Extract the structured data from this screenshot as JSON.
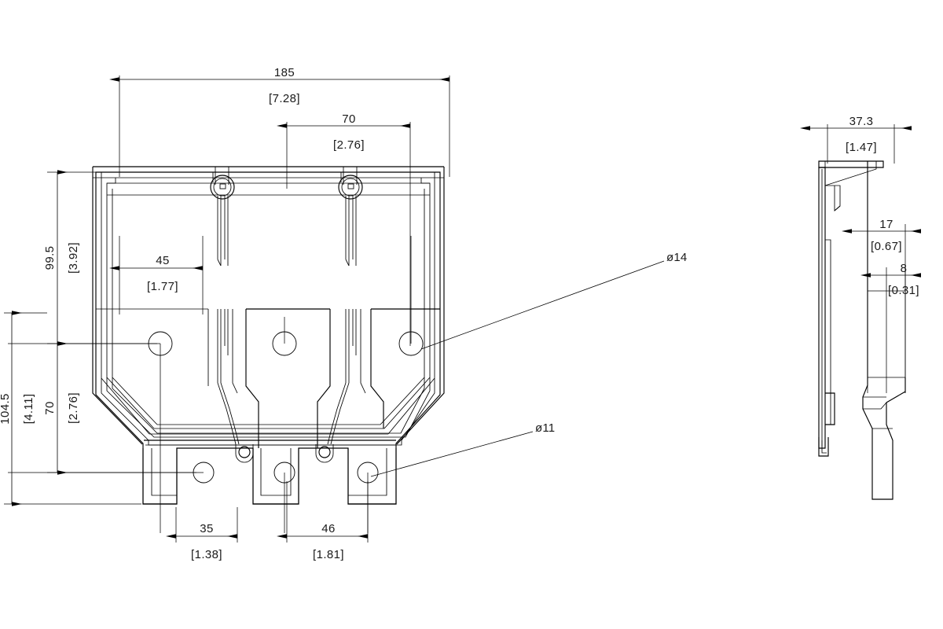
{
  "drawing": {
    "title": "Mechanical bracket orthographic drawing",
    "background_color": "#ffffff",
    "line_color": "#000000",
    "units_primary": "mm",
    "units_secondary": "inch (bracketed)"
  },
  "views": {
    "front": {
      "name": "front-view",
      "label": ""
    },
    "side": {
      "name": "side-view",
      "label": ""
    }
  },
  "dimensions": {
    "overall_width": {
      "value": "185",
      "alt": "[7.28]",
      "name": "dim-185"
    },
    "inner_span": {
      "value": "70",
      "alt": "[2.76]",
      "name": "dim-70-top"
    },
    "hole_offset_left": {
      "value": "45",
      "alt": "[1.77]",
      "name": "dim-45"
    },
    "height_upper": {
      "value": "99.5",
      "alt": "[3.92]",
      "name": "dim-99-5"
    },
    "height_lower": {
      "value": "70",
      "alt": "[2.76]",
      "name": "dim-70-left"
    },
    "height_overall": {
      "value": "104.5",
      "alt": "[4.11]",
      "name": "dim-104-5"
    },
    "tab_offset_left": {
      "value": "35",
      "alt": "[1.38]",
      "name": "dim-35"
    },
    "tab_offset_mid": {
      "value": "46",
      "alt": "[1.81]",
      "name": "dim-46"
    },
    "side_depth": {
      "value": "37.3",
      "alt": "[1.47]",
      "name": "dim-37-3"
    },
    "side_step_1": {
      "value": "17",
      "alt": "[0.67]",
      "name": "dim-17"
    },
    "side_step_2": {
      "value": "8",
      "alt": "[0.31]",
      "name": "dim-8"
    }
  },
  "callouts": {
    "hole_large": {
      "label": "ø14",
      "name": "callout-dia-14"
    },
    "hole_small": {
      "label": "ø11",
      "name": "callout-dia-11"
    }
  }
}
